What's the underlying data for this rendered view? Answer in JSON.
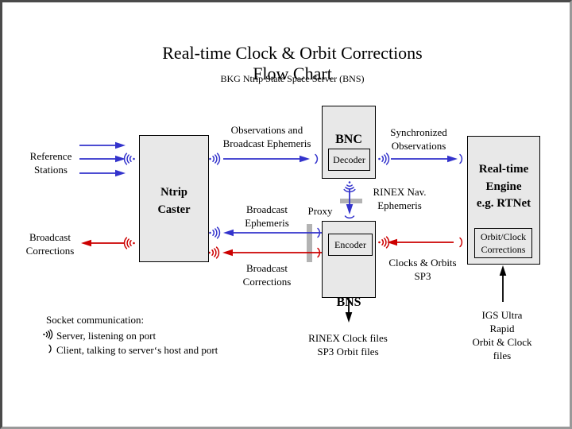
{
  "page": {
    "title": "Real-time Clock & Orbit Corrections Flow Chart",
    "subtitle": "BKG Ntrip State Space Server (BNS)"
  },
  "nodes": {
    "ntrip_caster": {
      "label": "Ntrip\nCaster"
    },
    "bnc": {
      "label": "BNC",
      "sub": "Decoder"
    },
    "bns": {
      "label": "BNS",
      "sub": "Encoder"
    },
    "engine": {
      "label": "Real-time\nEngine\ne.g. RTNet",
      "sub": "Orbit/Clock\nCorrections"
    }
  },
  "labels": {
    "reference_stations": "Reference\nStations",
    "broadcast_corrections_left": "Broadcast\nCorrections",
    "observations": "Observations and\nBroadcast Ephemeris",
    "synchronized": "Synchronized\nObservations",
    "rinex_nav": "RINEX Nav.\nEphemeris",
    "broadcast_ephemeris": "Broadcast\nEphemeris",
    "proxy": "Proxy",
    "broadcast_corrections_mid": "Broadcast\nCorrections",
    "clocks_orbits": "Clocks & Orbits\nSP3",
    "rinex_clock_files": "RINEX Clock files\nSP3 Orbit files",
    "igs": "IGS Ultra Rapid\nOrbit & Clock files"
  },
  "legend": {
    "heading": "Socket communication:",
    "items": [
      {
        "icon": "server-socket-icon",
        "label": "Server, listening on port"
      },
      {
        "icon": "client-socket-icon",
        "label": "Client, talking to server‘s host and port"
      }
    ]
  },
  "colors": {
    "observation_flow": "#3333cc",
    "correction_flow": "#cc0000",
    "file_flow": "#000000",
    "box_fill": "#e8e8e8",
    "proxy_bar": "#b3b3b3",
    "frame_dark": "#4a4a4a",
    "frame_light": "#999999"
  }
}
